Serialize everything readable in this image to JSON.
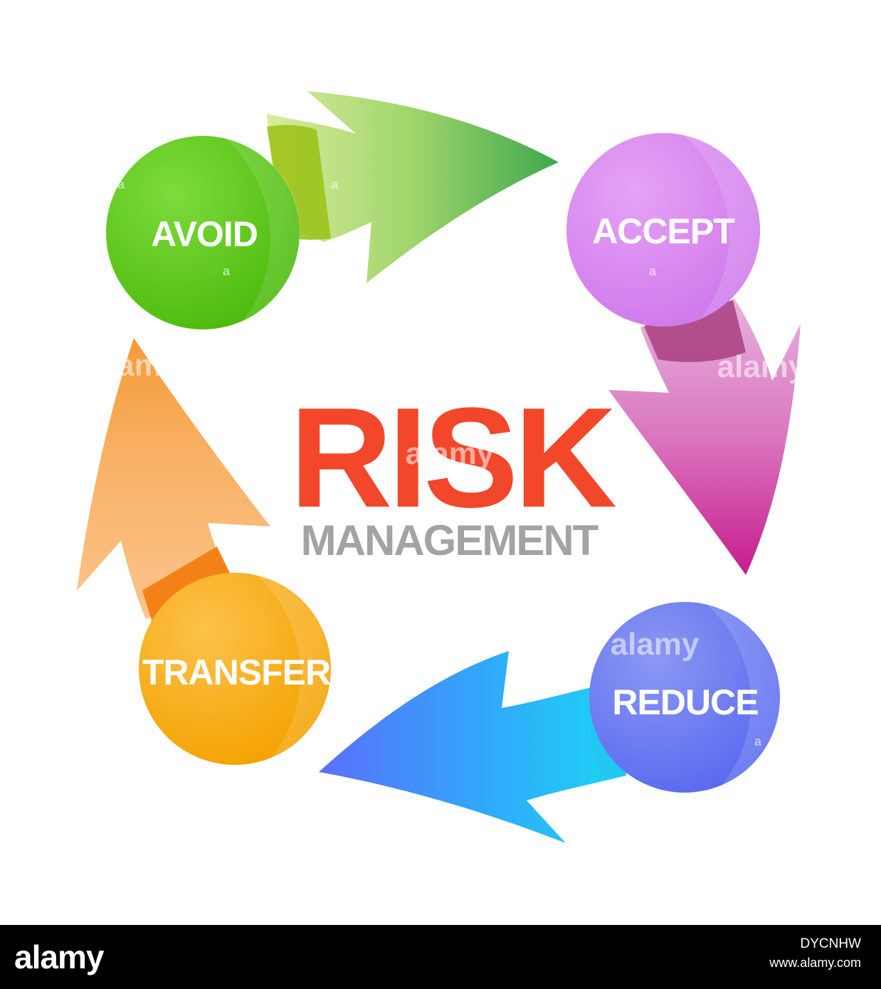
{
  "diagram": {
    "title": "RISK",
    "subtitle": "MANAGEMENT",
    "nodes": [
      {
        "id": "avoid",
        "label": "AVOID",
        "color": "#5cc814"
      },
      {
        "id": "accept",
        "label": "ACCEPT",
        "color": "#d987f0"
      },
      {
        "id": "reduce",
        "label": "REDUCE",
        "color": "#6f7cf0"
      },
      {
        "id": "transfer",
        "label": "TRANSFER",
        "color": "#f8aa0c"
      }
    ],
    "colors": {
      "title": "#f2472a",
      "subtitle": "#a3a3a3",
      "arrow_green": "#3fa84d",
      "arrow_pink": "#c71c8e",
      "arrow_blue": "#5b6ffb",
      "arrow_orange": "#f7a64a"
    }
  },
  "watermark": {
    "text": "alamy",
    "small": "a"
  },
  "footer": {
    "logo": "alamy",
    "image_id": "DYCNHW",
    "url": "www.alamy.com"
  }
}
